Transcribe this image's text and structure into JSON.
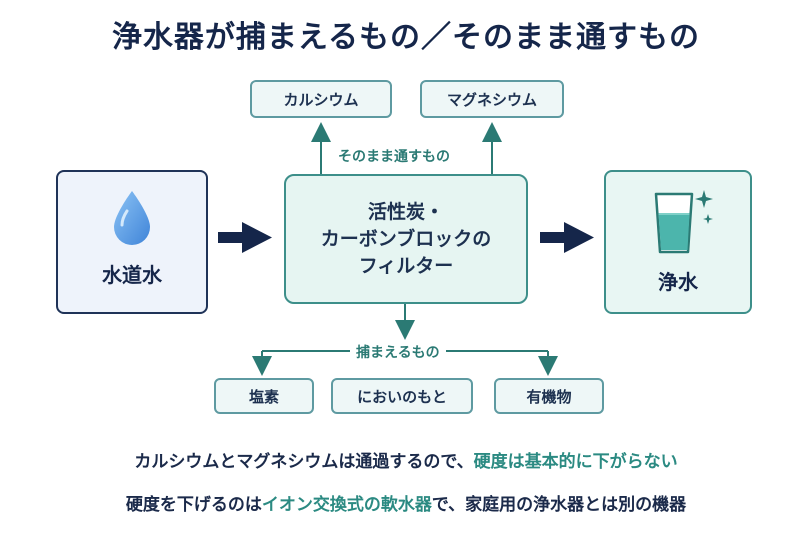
{
  "title": "浄水器が捕まえるもの／そのまま通すもの",
  "pass_through": {
    "label": "そのまま通すもの",
    "items": [
      "カルシウム",
      "マグネシウム"
    ]
  },
  "captured": {
    "label": "捕まえるもの",
    "items": [
      "塩素",
      "においのもと",
      "有機物"
    ]
  },
  "source": {
    "label": "水道水",
    "icon": "water-drop-icon"
  },
  "filter": {
    "line1": "活性炭・",
    "line2": "カーボンブロックの",
    "line3": "フィルター"
  },
  "output": {
    "label": "浄水",
    "icon": "water-glass-icon"
  },
  "notes": {
    "line1_a": "カルシウムとマグネシウムは通過するので、",
    "line1_b": "硬度は基本的に下がらない",
    "line2_a": "硬度を下げるのは",
    "line2_b": "イオン交換式の軟水器",
    "line2_c": "で、家庭用の浄水器とは別の機器"
  },
  "colors": {
    "navy": "#15264a",
    "teal": "#2b8a82",
    "teal_border": "#3d8f8a",
    "water_blue": "#4a90e0"
  }
}
